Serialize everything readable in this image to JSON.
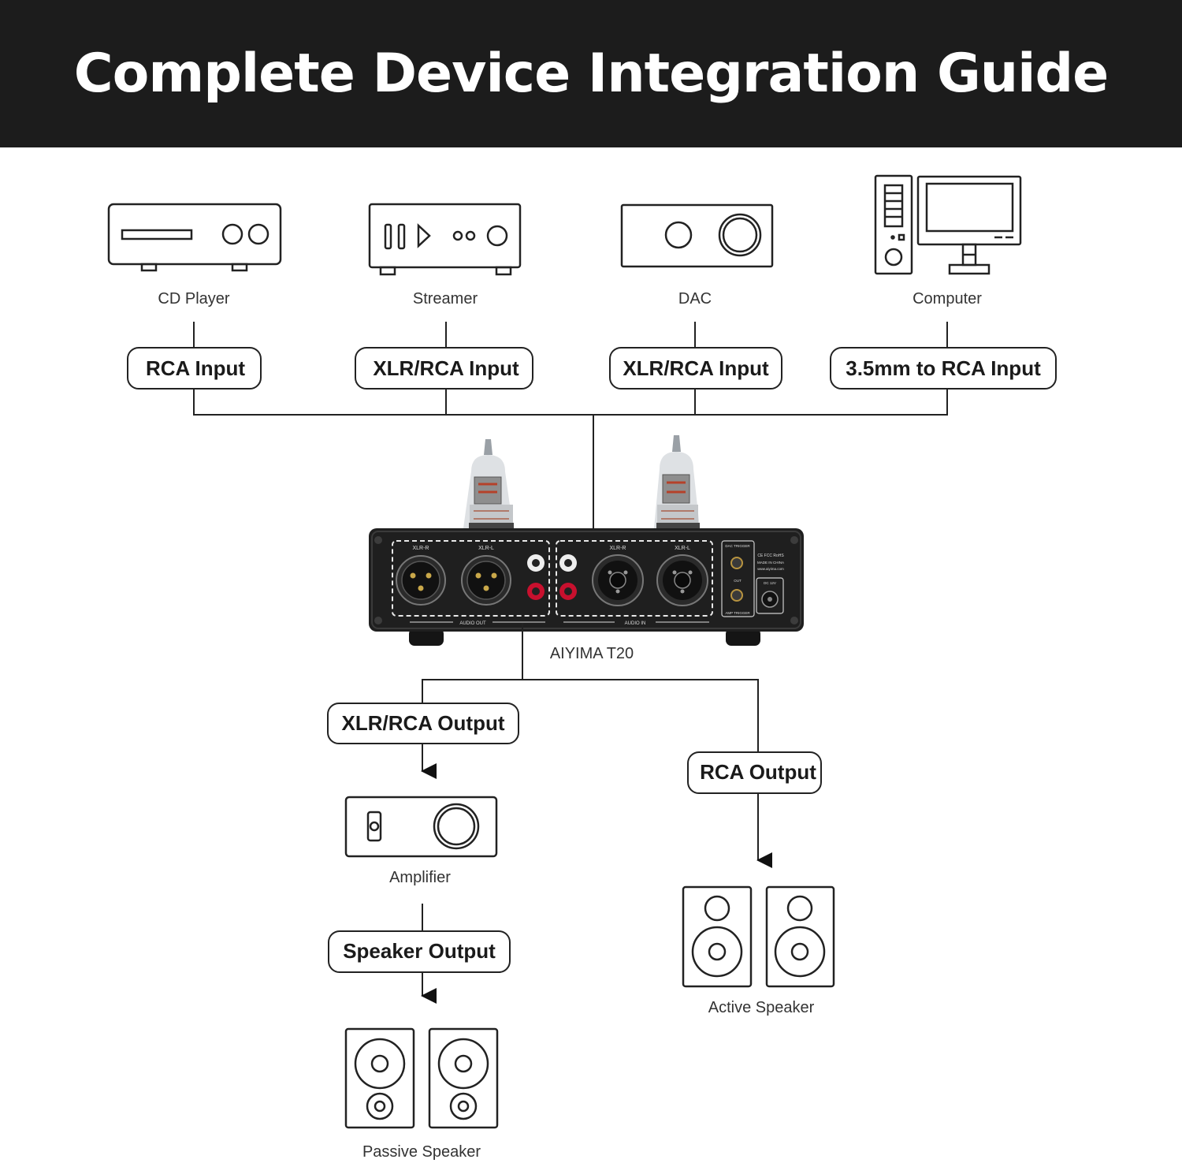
{
  "title": "Complete Device Integration Guide",
  "sources": [
    {
      "label": "CD Player",
      "connection": "RCA Input",
      "icon": "cd-player-icon"
    },
    {
      "label": "Streamer",
      "connection": "XLR/RCA Input",
      "icon": "streamer-icon"
    },
    {
      "label": "DAC",
      "connection": "XLR/RCA Input",
      "icon": "dac-icon"
    },
    {
      "label": "Computer",
      "connection": "3.5mm to RCA Input",
      "icon": "computer-icon"
    }
  ],
  "center_device": {
    "label": "AIYIMA T20",
    "panel_text": {
      "xlr_r": "XLR-R",
      "xlr_l": "XLR-L",
      "audio_out": "AUDIO OUT",
      "audio_in": "AUDIO IN",
      "dac_trigger": "DAC TRIGGER",
      "out": "OUT",
      "amp_trigger": "AMP TRIGGER",
      "dc": "DC 12V",
      "certs": "CE FCC RoHS",
      "made_in": "MADE IN CHINA",
      "website": "www.aiyima.com"
    }
  },
  "outputs": {
    "left": {
      "connection": "XLR/RCA Output",
      "device": "Amplifier",
      "device_icon": "amplifier-icon",
      "second_connection": "Speaker Output",
      "second_device": "Passive Speaker",
      "second_device_icon": "passive-speaker-icon"
    },
    "right": {
      "connection": "RCA Output",
      "device": "Active Speaker",
      "device_icon": "active-speaker-icon"
    }
  },
  "colors": {
    "banner": "#1c1c1c",
    "line": "#222222",
    "device_body": "#1f1f1f",
    "rca_red": "#c8102e"
  }
}
